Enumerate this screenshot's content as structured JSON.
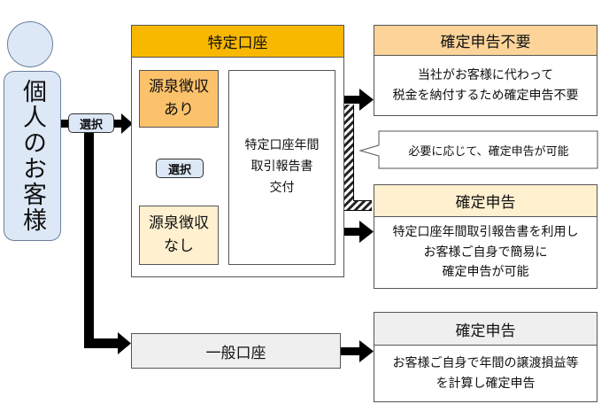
{
  "person": {
    "label": "個人のお客様"
  },
  "select_label_main": "選択",
  "select_label_inner": "選択",
  "tokutei": {
    "title": "特定口座",
    "withholding_yes": "源泉徴収あり",
    "withholding_no": "源泉徴収なし",
    "report_lines": [
      "特定口座年間",
      "取引報告書",
      "交付"
    ]
  },
  "general_account": {
    "title": "一般口座"
  },
  "outcomes": {
    "no_filing": {
      "title": "確定申告不要",
      "lines": [
        "当社がお客様に代わって",
        "税金を納付するため確定申告不要"
      ]
    },
    "callout": "必要に応じて、確定申告が可能",
    "filing_easy": {
      "title": "確定申告",
      "lines": [
        "特定口座年間取引報告書を利用し",
        "お客様ご自身で簡易に",
        "確定申告が可能"
      ]
    },
    "filing_general": {
      "title": "確定申告",
      "lines": [
        "お客様ご自身で年間の譲渡損益等",
        "を計算し確定申告"
      ]
    }
  }
}
